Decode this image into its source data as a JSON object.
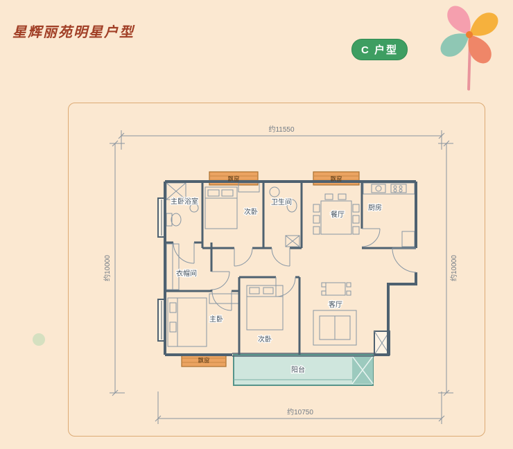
{
  "header": {
    "title": "星辉丽苑明星户型",
    "badge": "C 户型"
  },
  "dimensions": {
    "top": "约11550",
    "left": "约10000",
    "right": "约10000",
    "bottom": "约10750"
  },
  "rooms": {
    "master_bath": "主卧浴室",
    "bedroom_top": "次卧",
    "bathroom": "卫生间",
    "dining": "餐厅",
    "kitchen": "厨房",
    "cloakroom": "衣帽间",
    "master_bedroom": "主卧",
    "bedroom_bottom": "次卧",
    "living": "客厅",
    "balcony": "阳台",
    "bay_window": "飘窗"
  },
  "colors": {
    "background": "#fbe8d1",
    "frame_border": "#dcaa74",
    "title": "#a13f26",
    "badge_bg": "#3e9e62",
    "badge_text": "#ffffff",
    "wall": "#4e6170",
    "bay_window_fill": "#eba361",
    "bay_window_border": "#a9702f",
    "balcony_fill": "#cfe6dd",
    "balcony_border": "#56948a",
    "dimension": "#8a949e"
  }
}
